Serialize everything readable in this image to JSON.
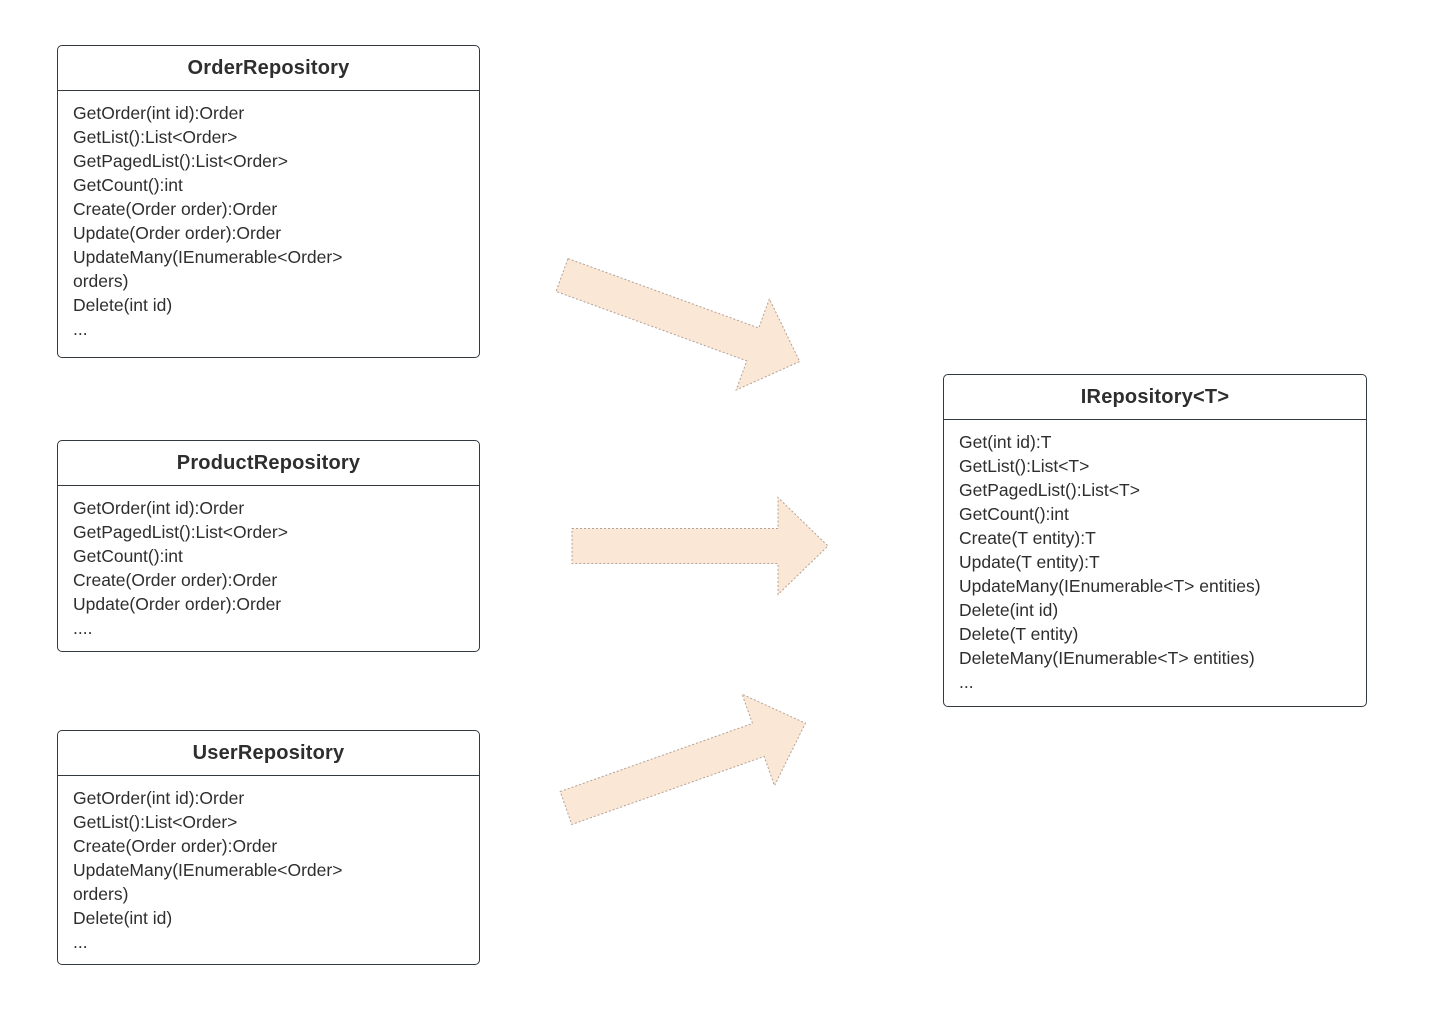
{
  "diagram": {
    "colors": {
      "background": "#ffffff",
      "text": "#2e2e2e",
      "box_border": "#343a42",
      "arrow_fill": "#fae7d6",
      "arrow_stroke": "#b3a195"
    },
    "classes": [
      {
        "title": "OrderRepository",
        "members": [
          "GetOrder(int id):Order",
          "GetList():List<Order>",
          "GetPagedList():List<Order>",
          "GetCount():int",
          "Create(Order order):Order",
          "Update(Order order):Order",
          "UpdateMany(IEnumerable<Order>",
          "orders)",
          "Delete(int id)",
          "..."
        ]
      },
      {
        "title": "ProductRepository",
        "members": [
          "GetOrder(int id):Order",
          "GetPagedList():List<Order>",
          "GetCount():int",
          "Create(Order order):Order",
          "Update(Order order):Order",
          "...."
        ]
      },
      {
        "title": "UserRepository",
        "members": [
          "GetOrder(int id):Order",
          "GetList():List<Order>",
          "Create(Order order):Order",
          "UpdateMany(IEnumerable<Order>",
          "orders)",
          "Delete(int id)",
          "..."
        ]
      },
      {
        "title": "IRepository<T>",
        "members": [
          "Get(int id):T",
          "GetList():List<T>",
          "GetPagedList():List<T>",
          "GetCount():int",
          "Create(T entity):T",
          "Update(T entity):T",
          "UpdateMany(IEnumerable<T> entities)",
          "Delete(int id)",
          "Delete(T entity)",
          "DeleteMany(IEnumerable<T> entities)",
          "..."
        ]
      }
    ],
    "arrows": [
      {
        "name": "arrow-order-to-irepository"
      },
      {
        "name": "arrow-product-to-irepository"
      },
      {
        "name": "arrow-user-to-irepository"
      }
    ]
  }
}
